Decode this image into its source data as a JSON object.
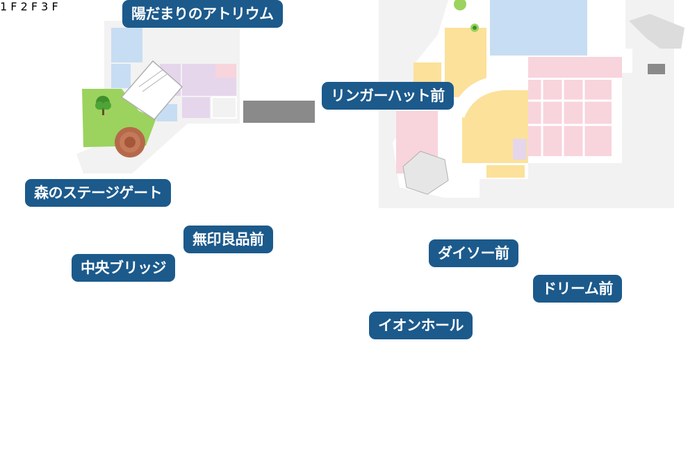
{
  "floors": [
    {
      "id": "ground",
      "label": "",
      "spots": [
        {
          "label": "陽だまりのアトリウム"
        },
        {
          "label": "森のステージゲート"
        }
      ]
    },
    {
      "id": "1f",
      "label": "1",
      "unit": "F",
      "spots": [
        {
          "label": ""
        },
        {
          "label": "リンガーハット前"
        }
      ]
    },
    {
      "id": "2f",
      "label": "2",
      "unit": "F",
      "spots": [
        {
          "label": "中央ブリッジ"
        },
        {
          "label": "無印良品前"
        },
        {
          "label": ""
        }
      ]
    },
    {
      "id": "3f",
      "label": "3",
      "unit": "F",
      "spots": [
        {
          "label": "ダイソー前"
        },
        {
          "label": "ドリーム前"
        },
        {
          "label": "イオンホール"
        },
        {
          "label": ""
        }
      ]
    }
  ],
  "colors": {
    "callout": "#1c5a8c",
    "star_fill": "#ff9a1e",
    "star_stroke": "#ffffff",
    "road": "#8a8a8a",
    "park": "#9bd35e",
    "shop_pink": "#f8d4dd",
    "shop_blue": "#c7ddf3",
    "shop_yellow": "#fce19a",
    "shop_purple": "#e5d6ec",
    "shop_green": "#dcebaa",
    "walkway": "#ffffff",
    "backdrop": "#f2f2f2"
  },
  "icons": [
    "star-icon",
    "tree-icon",
    "stage-icon",
    "escalator-icon"
  ]
}
